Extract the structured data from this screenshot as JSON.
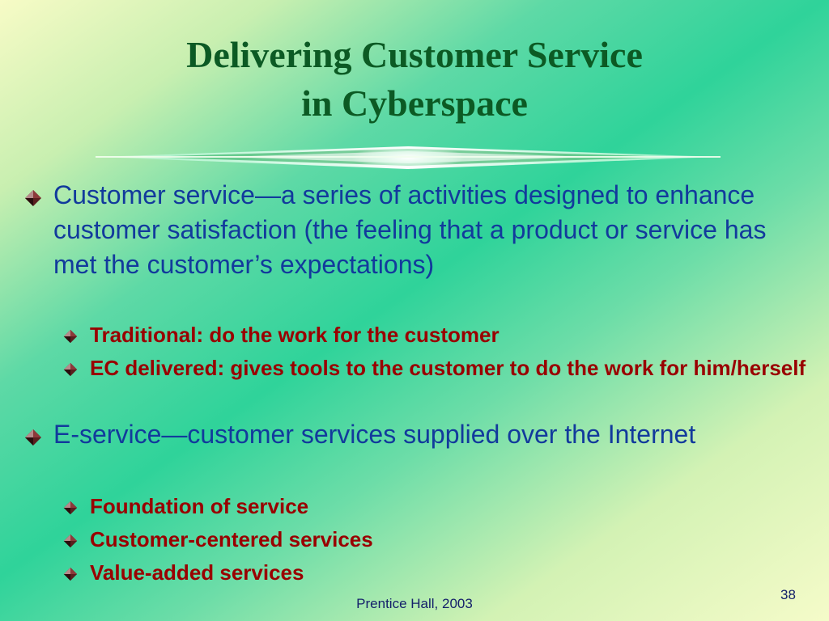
{
  "slide": {
    "title_line1": "Delivering Customer Service",
    "title_line2": "in Cyberspace",
    "bullets": [
      {
        "text": "Customer service—a series of activities designed to enhance customer satisfaction (the feeling that a product or service has met the customer’s expectations)",
        "subs": [
          "Traditional: do the work for the customer",
          "EC delivered: gives tools to the customer to do the work for him/herself"
        ]
      },
      {
        "text": "E-service—customer services supplied over the Internet",
        "subs": [
          "Foundation of service",
          "Customer-centered services",
          "Value-added services"
        ]
      }
    ],
    "footer": "Prentice Hall, 2003",
    "page_number": "38"
  },
  "colors": {
    "title": "#0c5a24",
    "level1_text": "#123a9c",
    "level2_text": "#990000",
    "footer_text": "#14206a"
  },
  "icons": {
    "bullet": "diamond-bullet-icon",
    "divider": "glowing-divider-line"
  }
}
